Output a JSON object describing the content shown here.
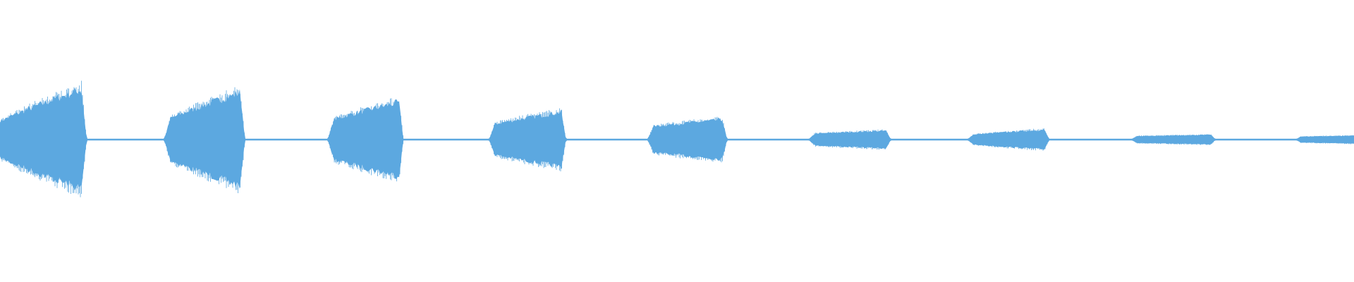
{
  "waveform": {
    "color": "#5DA8E0",
    "baseline_amplitude": 0.012,
    "bursts": [
      {
        "start": 0.0,
        "end": 0.064,
        "amp_start": 0.32,
        "amp_end": 0.92,
        "cut_start": true
      },
      {
        "start": 0.121,
        "end": 0.181,
        "amp_start": 0.32,
        "amp_end": 0.86
      },
      {
        "start": 0.242,
        "end": 0.298,
        "amp_start": 0.32,
        "amp_end": 0.68
      },
      {
        "start": 0.361,
        "end": 0.418,
        "amp_start": 0.25,
        "amp_end": 0.5
      },
      {
        "start": 0.478,
        "end": 0.537,
        "amp_start": 0.22,
        "amp_end": 0.36
      },
      {
        "start": 0.597,
        "end": 0.658,
        "amp_start": 0.1,
        "amp_end": 0.16
      },
      {
        "start": 0.714,
        "end": 0.775,
        "amp_start": 0.08,
        "amp_end": 0.18
      },
      {
        "start": 0.835,
        "end": 0.898,
        "amp_start": 0.06,
        "amp_end": 0.085
      },
      {
        "start": 0.957,
        "end": 1.0,
        "amp_start": 0.05,
        "amp_end": 0.07,
        "cut_end": true
      }
    ]
  }
}
